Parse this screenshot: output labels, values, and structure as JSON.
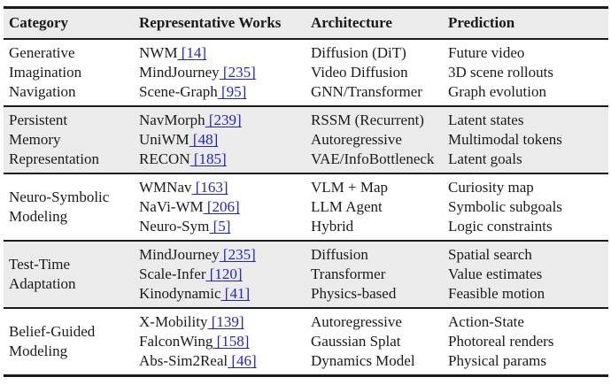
{
  "colors": {
    "citation_blue": "#2323cc",
    "row_shade_gray": "#ebebeb",
    "rule_black": "#1b1b1b",
    "text": "#1a1a1a"
  },
  "table": {
    "header": {
      "category": "Category",
      "works": "Representative Works",
      "architecture": "Architecture",
      "prediction": "Prediction"
    },
    "rows": [
      {
        "category_lines": [
          "Generative",
          "Imagination",
          "Navigation"
        ],
        "works": [
          {
            "name": "NWM",
            "cite": " [14]"
          },
          {
            "name": "MindJourney",
            "cite": " [235]"
          },
          {
            "name": "Scene-Graph",
            "cite": " [95]"
          }
        ],
        "architecture": [
          "Diffusion (DiT)",
          "Video Diffusion",
          "GNN/Transformer"
        ],
        "prediction": [
          "Future video",
          "3D scene rollouts",
          "Graph evolution"
        ]
      },
      {
        "category_lines": [
          "Persistent",
          "Memory",
          "Representation"
        ],
        "works": [
          {
            "name": "NavMorph",
            "cite": " [239]"
          },
          {
            "name": "UniWM",
            "cite": " [48]"
          },
          {
            "name": "RECON",
            "cite": " [185]"
          }
        ],
        "architecture": [
          "RSSM (Recurrent)",
          "Autoregressive",
          "VAE/InfoBottleneck"
        ],
        "prediction": [
          "Latent states",
          "Multimodal tokens",
          "Latent goals"
        ]
      },
      {
        "category_lines": [
          "Neuro-Symbolic",
          "Modeling"
        ],
        "works": [
          {
            "name": "WMNav",
            "cite": " [163]"
          },
          {
            "name": "NaVi-WM",
            "cite": " [206]"
          },
          {
            "name": "Neuro-Sym",
            "cite": " [5]"
          }
        ],
        "architecture": [
          "VLM + Map",
          "LLM Agent",
          "Hybrid"
        ],
        "prediction": [
          "Curiosity map",
          "Symbolic subgoals",
          "Logic constraints"
        ]
      },
      {
        "category_lines": [
          "Test-Time",
          "Adaptation"
        ],
        "works": [
          {
            "name": "MindJourney",
            "cite": " [235]"
          },
          {
            "name": "Scale-Infer",
            "cite": " [120]"
          },
          {
            "name": "Kinodynamic",
            "cite": " [41]"
          }
        ],
        "architecture": [
          "Diffusion",
          "Transformer",
          "Physics-based"
        ],
        "prediction": [
          "Spatial search",
          "Value estimates",
          "Feasible motion"
        ]
      },
      {
        "category_lines": [
          "Belief-Guided",
          "Modeling"
        ],
        "works": [
          {
            "name": "X-Mobility",
            "cite": " [139]"
          },
          {
            "name": "FalconWing",
            "cite": " [158]"
          },
          {
            "name": "Abs-Sim2Real",
            "cite": " [46]"
          }
        ],
        "architecture": [
          "Autoregressive",
          "Gaussian Splat",
          "Dynamics Model"
        ],
        "prediction": [
          "Action-State",
          "Photoreal renders",
          "Physical params"
        ]
      }
    ]
  }
}
